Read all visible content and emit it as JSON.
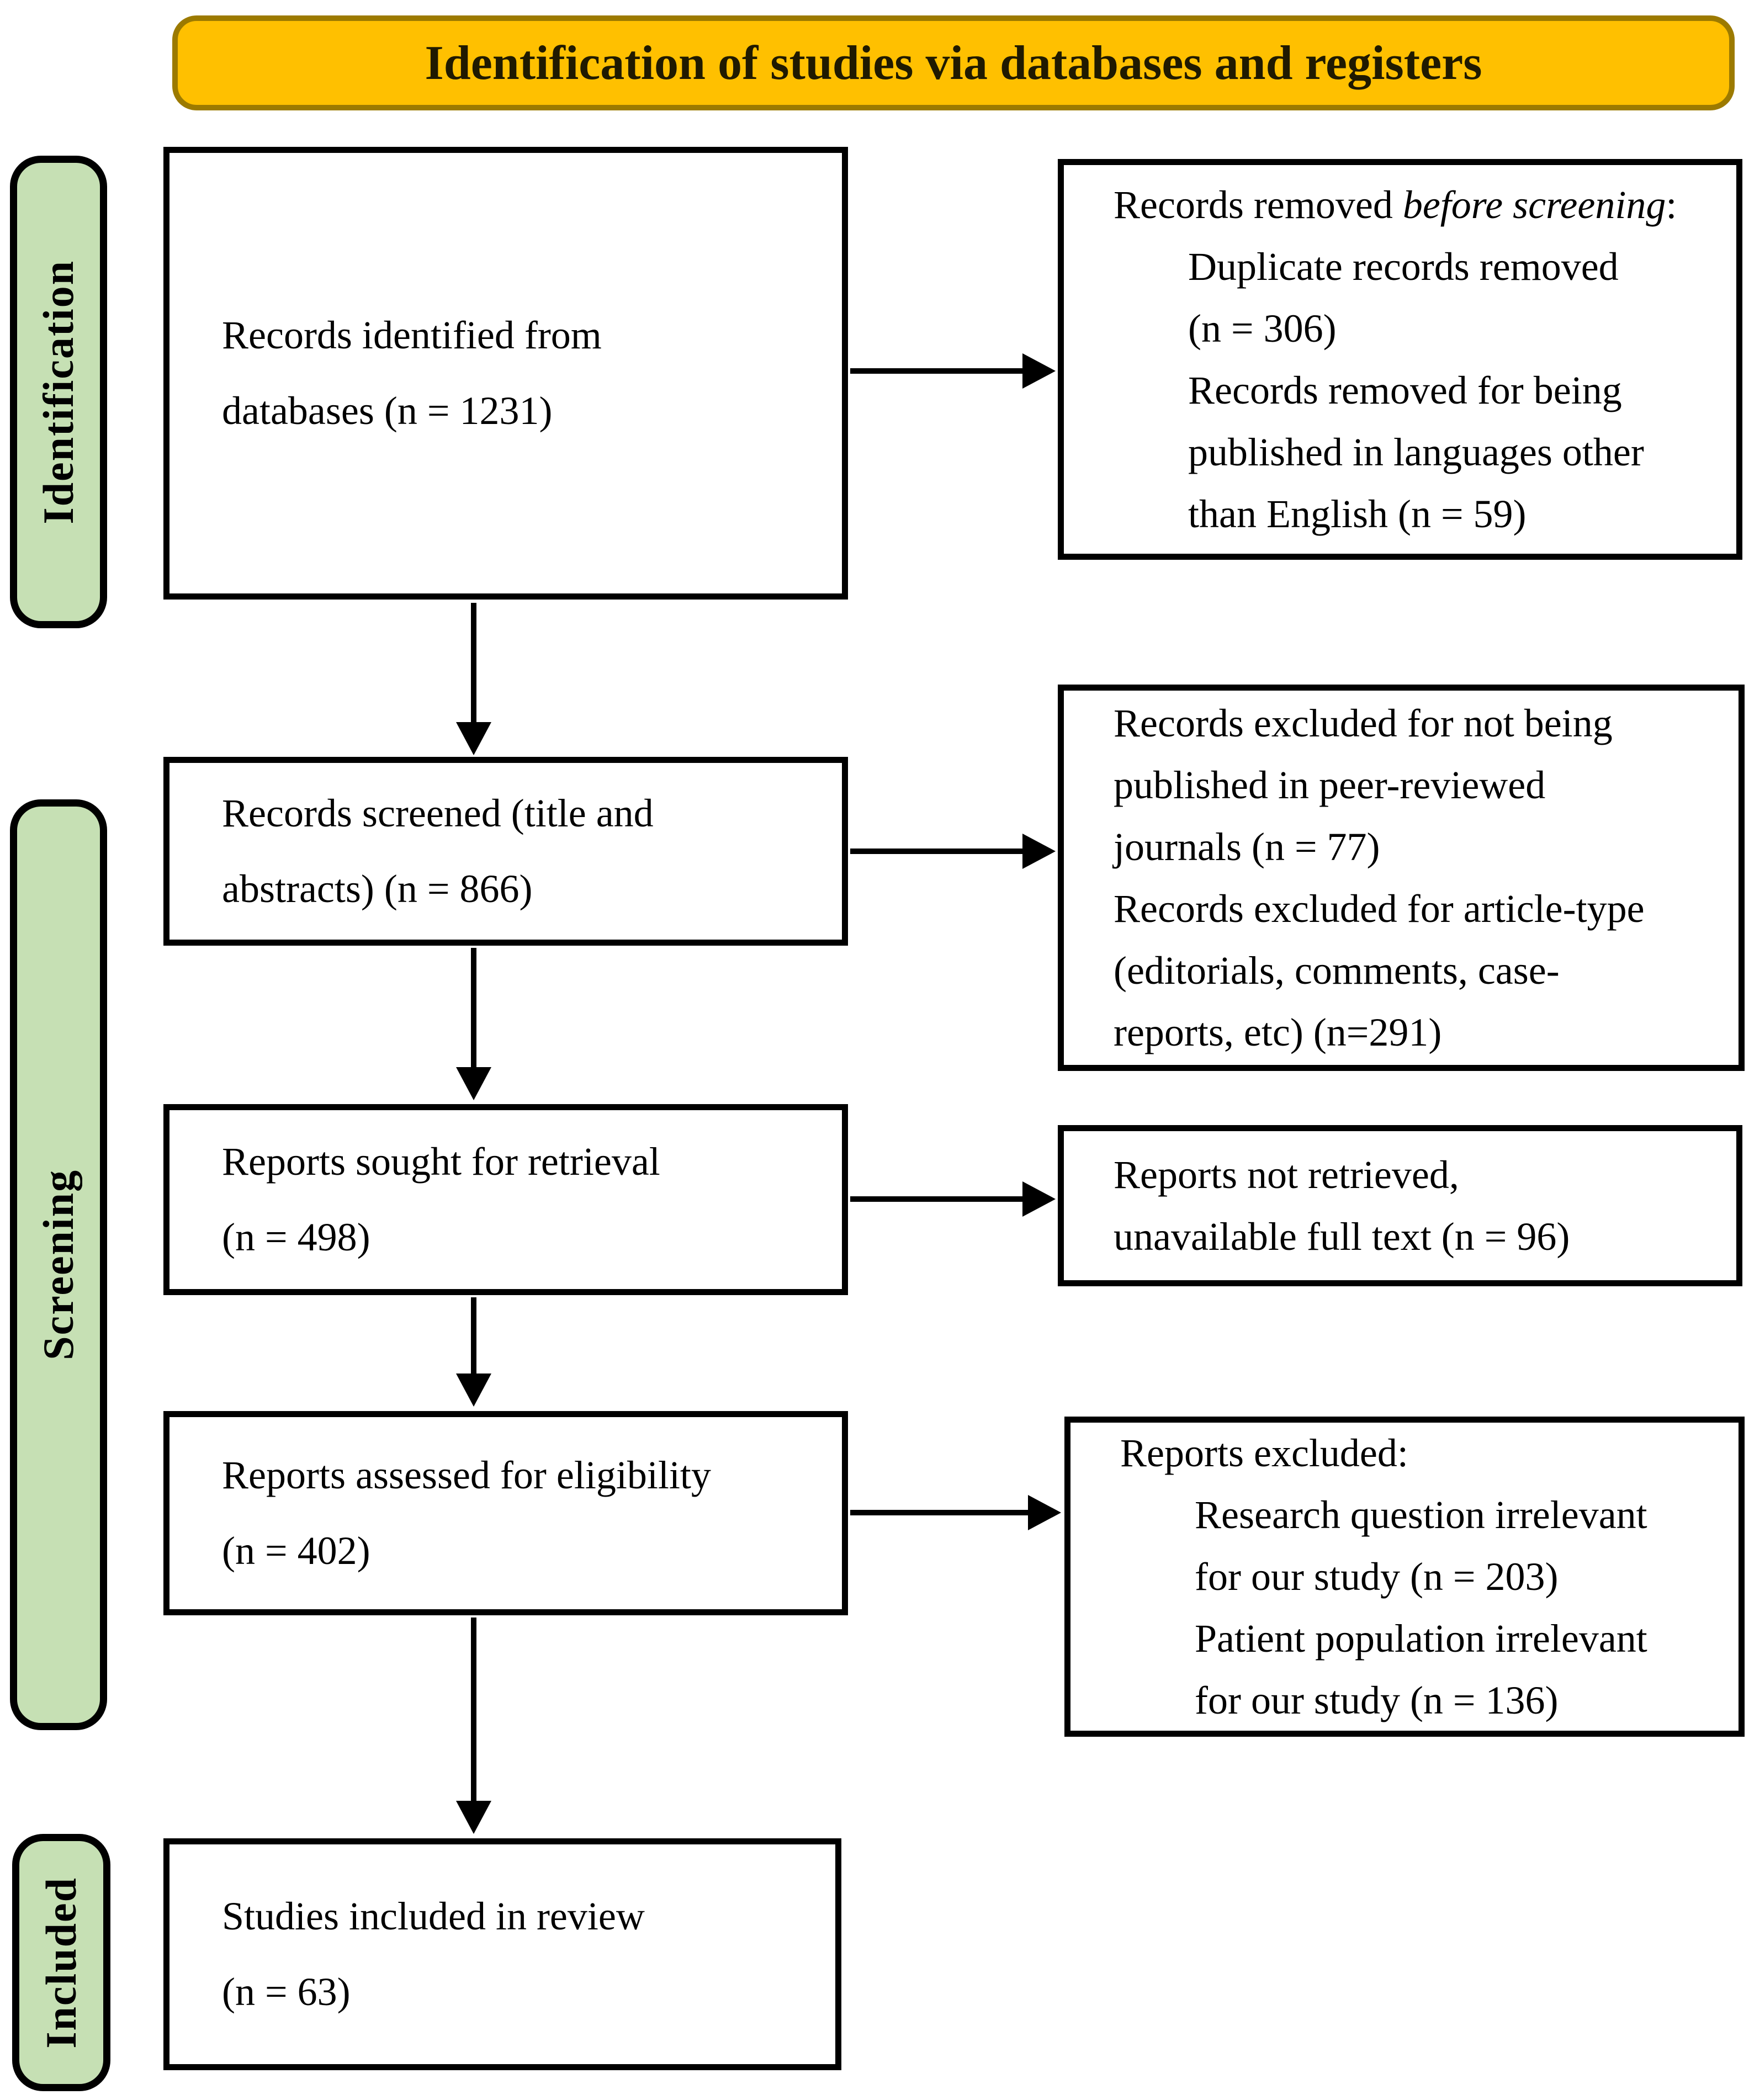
{
  "title_banner": {
    "label": "Identification of studies via databases and registers"
  },
  "colors": {
    "banner_fill": "#FFC000",
    "banner_border": "#9C7A00",
    "stage_fill": "#C6E0B4",
    "box_border": "#000000",
    "text": "#000000"
  },
  "stages": {
    "identification": "Identification",
    "screening": "Screening",
    "included": "Included"
  },
  "boxes": {
    "records_identified": {
      "lines": [
        "Records identified from",
        "databases (n = 1231)"
      ]
    },
    "records_removed": {
      "title": {
        "prefix": "Records removed ",
        "italic": "before screening",
        "suffix": ":"
      },
      "item1": {
        "lines": [
          "Duplicate records removed",
          "(n = 306)"
        ]
      },
      "item2": {
        "lines": [
          "Records removed for being",
          "published in languages other",
          "than English (n = 59)"
        ]
      }
    },
    "records_screened": {
      "lines": [
        "Records screened (title and",
        "abstracts) (n = 866)"
      ]
    },
    "records_excluded": {
      "lines": [
        "Records excluded for not being",
        "published in peer-reviewed",
        "journals (n = 77)",
        "Records excluded for article-type",
        "(editorials, comments, case-",
        "reports, etc) (n=291)"
      ]
    },
    "reports_sought": {
      "lines": [
        "Reports sought for retrieval",
        "(n = 498)"
      ]
    },
    "reports_not_retrieved": {
      "lines": [
        "Reports not retrieved,",
        "unavailable full text (n = 96)"
      ]
    },
    "reports_assessed": {
      "lines": [
        "Reports assessed for eligibility",
        "(n = 402)"
      ]
    },
    "reports_excluded": {
      "title": "Reports excluded:",
      "item1": {
        "lines": [
          "Research question irrelevant",
          "for our study (n = 203)"
        ]
      },
      "item2": {
        "lines": [
          "Patient population irrelevant",
          "for our study (n = 136)"
        ]
      }
    },
    "studies_included": {
      "lines": [
        "Studies included in review",
        "(n = 63)"
      ]
    }
  }
}
